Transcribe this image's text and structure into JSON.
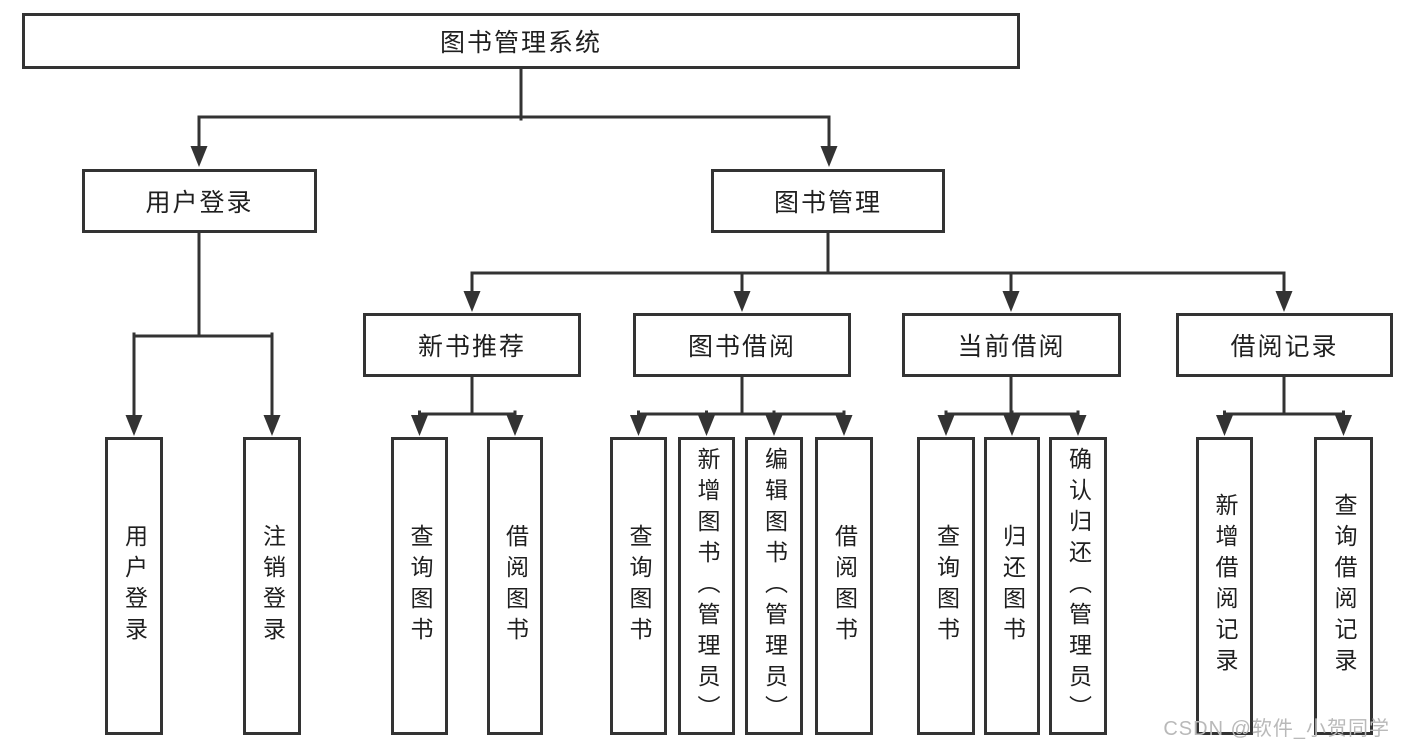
{
  "diagram": {
    "root": "图书管理系统",
    "branches": {
      "user_login": {
        "label": "用户登录",
        "children": [
          "用户登录",
          "注销登录"
        ]
      },
      "book_mgmt": {
        "label": "图书管理",
        "sections": {
          "new_book_rec": {
            "label": "新书推荐",
            "children": [
              "查询图书",
              "借阅图书"
            ]
          },
          "book_borrow": {
            "label": "图书借阅",
            "children": [
              "查询图书",
              "新增图书（管理员）",
              "编辑图书（管理员）",
              "借阅图书"
            ]
          },
          "current_borrow": {
            "label": "当前借阅",
            "children": [
              "查询图书",
              "归还图书",
              "确认归还（管理员）"
            ]
          },
          "borrow_records": {
            "label": "借阅记录",
            "children": [
              "新增借阅记录",
              "查询借阅记录"
            ]
          }
        }
      }
    }
  },
  "watermark": "CSDN @软件_小贺同学",
  "colors": {
    "line": "#333333",
    "text": "#1f1f1f",
    "background": "#ffffff",
    "watermark": "#b9b9b9"
  }
}
